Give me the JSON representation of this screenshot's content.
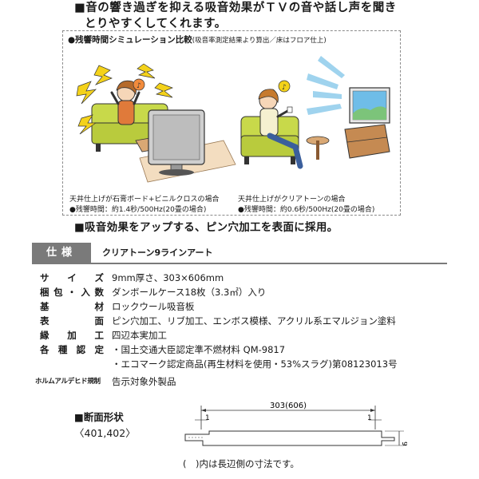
{
  "headline": {
    "line1": "■音の響き過ぎを抑える吸音効果がＴＶの音や話し声を聞き",
    "line2": "とりやすくしてくれます。"
  },
  "simulation": {
    "title": "●残響時間シミュレーション比較",
    "note": "(吸音率測定結果より算出／床はフロア仕上)",
    "left": {
      "caption1": "天井仕上げが石膏ボード+ビニルクロスの場合",
      "caption2": "●残響時間：約1.4秒/500Hz(20畳の場合)"
    },
    "right": {
      "caption1": "天井仕上げがクリアトーンの場合",
      "caption2": "●残響時間：約0.6秒/500Hz(20畳の場合)"
    }
  },
  "subhead": "■吸音効果をアップする、ピン穴加工を表面に採用。",
  "spec": {
    "label": "仕様",
    "product": "クリアトーン9ラインアート",
    "rows": [
      {
        "label": [
          "サ",
          "イ",
          "ズ"
        ],
        "value": "9mm厚さ、303×606mm"
      },
      {
        "label": [
          "梱",
          "包",
          "・",
          "入",
          "数"
        ],
        "value": "ダンボールケース18枚（3.3㎡）入り"
      },
      {
        "label": [
          "基",
          "材"
        ],
        "value": "ロックウール吸音板"
      },
      {
        "label": [
          "表",
          "面"
        ],
        "value": "ピン穴加工、リブ加工、エンボス模様、アクリル系エマルジョン塗料"
      },
      {
        "label": [
          "縁",
          "加",
          "工"
        ],
        "value": "四辺本実加工"
      },
      {
        "label": [
          "各",
          "種",
          "認",
          "定"
        ],
        "value": "・国土交通大臣認定準不燃材料 QM-9817"
      },
      {
        "label": [],
        "value": "・エコマーク認定商品(再生材料を使用・53%スラグ)第08123013号"
      },
      {
        "label": [
          "ホルムアルデヒド規制"
        ],
        "value": "告示対象外製品"
      }
    ]
  },
  "section": {
    "title": "■断面形状",
    "codes": "〈401,402〉",
    "dim_total": "303(606)",
    "dim_edge_left": "1",
    "dim_edge_right": "1",
    "dim_thickness": "9",
    "note": "(　)内は長辺側の寸法です。"
  },
  "colors": {
    "spec_bar": "#7a7a7a",
    "sofa_green": "#c8d94a",
    "wood_tan": "#e8c9a0",
    "shock_yellow": "#f4d21a",
    "sound_blue": "#9fd3ee",
    "screen_blue": "#6fbde8"
  },
  "icons": [
    "shock-lightning-icon",
    "music-note-icon",
    "sound-wave-icon"
  ]
}
